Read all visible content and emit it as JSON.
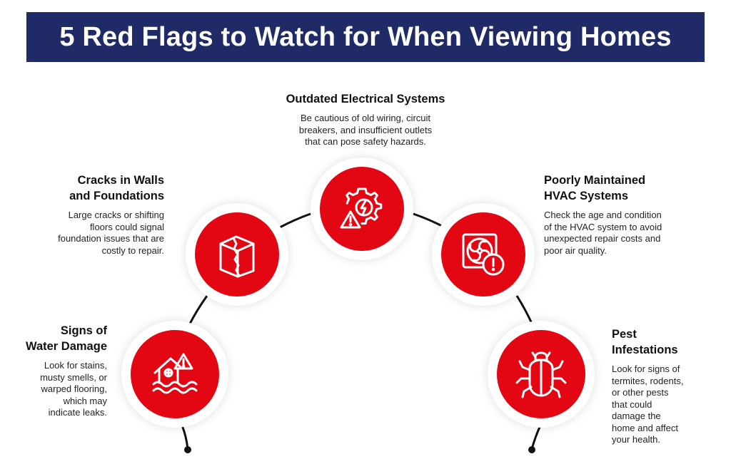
{
  "title": "5 Red Flags to Watch for When Viewing Homes",
  "colors": {
    "banner": "#1f2a66",
    "accent": "#e30613",
    "connector": "#111111",
    "icon": "#ffffff"
  },
  "flags": [
    {
      "title_lines": [
        "Outdated Electrical Systems"
      ],
      "desc_lines": [
        "Be cautious of old wiring, circuit",
        "breakers, and insufficient outlets",
        "that can pose safety hazards."
      ],
      "icon": "gear-lightning-warning-icon"
    },
    {
      "title_lines": [
        "Cracks in Walls",
        "and Foundations"
      ],
      "desc_lines": [
        "Large cracks or shifting",
        "floors could signal",
        "foundation issues that are",
        "costly to repair."
      ],
      "icon": "cracked-wall-icon"
    },
    {
      "title_lines": [
        "Poorly Maintained",
        "HVAC Systems"
      ],
      "desc_lines": [
        "Check the age and condition",
        "of the HVAC system to avoid",
        "unexpected repair costs and",
        "poor air quality."
      ],
      "icon": "hvac-fan-warning-icon"
    },
    {
      "title_lines": [
        "Signs of",
        "Water Damage"
      ],
      "desc_lines": [
        "Look for stains,",
        "musty smells, or",
        "warped flooring,",
        "which may",
        "indicate leaks."
      ],
      "icon": "flooded-house-icon"
    },
    {
      "title_lines": [
        "Pest",
        "Infestations"
      ],
      "desc_lines": [
        "Look for signs of",
        "termites, rodents,",
        "or other pests",
        "that could",
        "damage the",
        "home and affect",
        "your health."
      ],
      "icon": "bug-icon"
    }
  ]
}
